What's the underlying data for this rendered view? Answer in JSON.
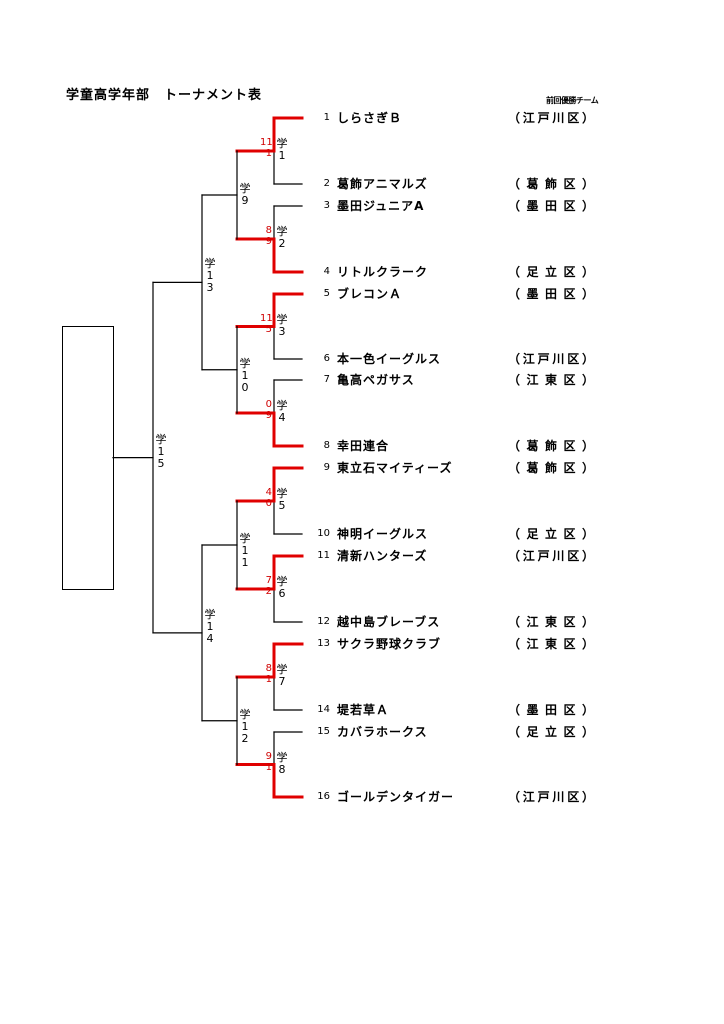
{
  "title": "学童高学年部　トーナメント表",
  "previous_winner_label": "前回優勝チーム",
  "teams": [
    {
      "num": "1",
      "name": "しらさぎＢ",
      "ward": "江戸川区"
    },
    {
      "num": "2",
      "name": "葛飾アニマルズ",
      "ward": "葛飾区"
    },
    {
      "num": "3",
      "name": "墨田ジュニアA",
      "ward": "墨田区"
    },
    {
      "num": "4",
      "name": "リトルクラーク",
      "ward": "足立区"
    },
    {
      "num": "5",
      "name": "ブレコンＡ",
      "ward": "墨田区"
    },
    {
      "num": "6",
      "name": "本一色イーグルス",
      "ward": "江戸川区"
    },
    {
      "num": "7",
      "name": "亀高ペガサス",
      "ward": "江東区"
    },
    {
      "num": "8",
      "name": "幸田連合",
      "ward": "葛飾区"
    },
    {
      "num": "9",
      "name": "東立石マイティーズ",
      "ward": "葛飾区"
    },
    {
      "num": "10",
      "name": "神明イーグルス",
      "ward": "足立区"
    },
    {
      "num": "11",
      "name": "清新ハンターズ",
      "ward": "江戸川区"
    },
    {
      "num": "12",
      "name": "越中島ブレーブス",
      "ward": "江東区"
    },
    {
      "num": "13",
      "name": "サクラ野球クラブ",
      "ward": "江東区"
    },
    {
      "num": "14",
      "name": "堤若草Ａ",
      "ward": "墨田区"
    },
    {
      "num": "15",
      "name": "カバラホークス",
      "ward": "足立区"
    },
    {
      "num": "16",
      "name": "ゴールデンタイガー",
      "ward": "江戸川区"
    }
  ],
  "matches_r1": [
    {
      "label": "学1",
      "score_top": "11",
      "score_bottom": "1",
      "winner": "top"
    },
    {
      "label": "学2",
      "score_top": "8",
      "score_bottom": "9",
      "winner": "bottom"
    },
    {
      "label": "学3",
      "score_top": "11",
      "score_bottom": "5",
      "winner": "top"
    },
    {
      "label": "学4",
      "score_top": "0",
      "score_bottom": "9",
      "winner": "bottom"
    },
    {
      "label": "学5",
      "score_top": "4",
      "score_bottom": "0",
      "winner": "top"
    },
    {
      "label": "学6",
      "score_top": "7",
      "score_bottom": "2",
      "winner": "top"
    },
    {
      "label": "学7",
      "score_top": "8",
      "score_bottom": "1",
      "winner": "top"
    },
    {
      "label": "学8",
      "score_top": "9",
      "score_bottom": "1",
      "winner": "bottom"
    }
  ],
  "matches_r2": [
    {
      "label": "学9"
    },
    {
      "label": "学10"
    },
    {
      "label": "学11"
    },
    {
      "label": "学12"
    }
  ],
  "matches_r3": [
    {
      "label": "学13"
    },
    {
      "label": "学14"
    }
  ],
  "final": {
    "label": "学15"
  },
  "colors": {
    "line": "#000000",
    "winner_line": "#e00000",
    "score": "#d00000"
  }
}
